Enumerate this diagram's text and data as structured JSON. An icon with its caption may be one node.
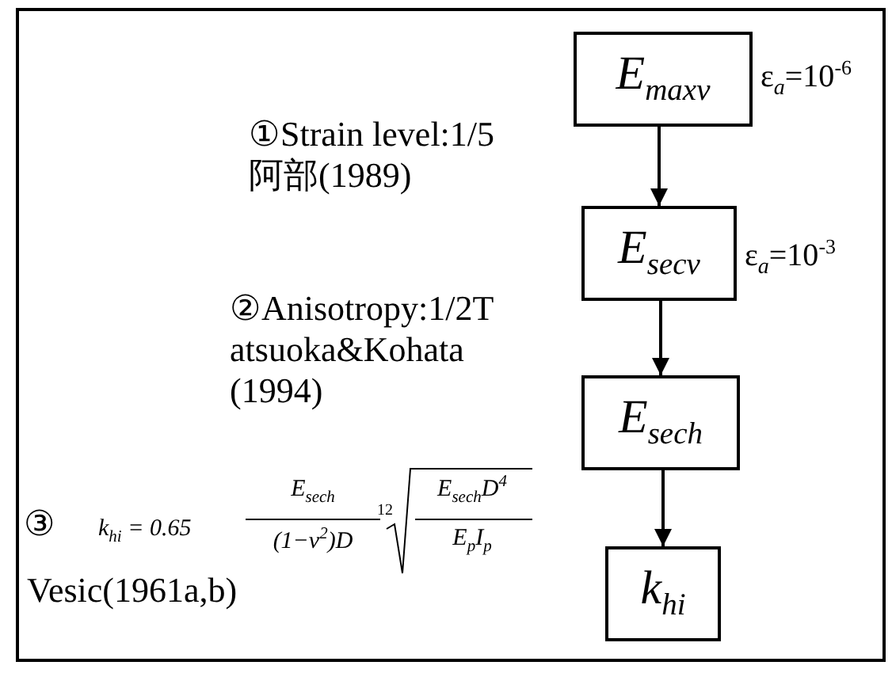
{
  "diagram": {
    "nodes": [
      {
        "text": [
          "E$_{maxv}$"
        ],
        "beside": [
          "ε$_{a}$=10$^{-6}$"
        ]
      },
      {
        "text": [
          "E$_{secv}$"
        ],
        "beside": [
          "ε$_{a}$=10$^{-3}$"
        ]
      },
      {
        "text": [
          "E$_{sech}$"
        ]
      },
      {
        "text": [
          "k$_{hi}$"
        ]
      }
    ],
    "edges": [
      {
        "from": 0,
        "to": 1,
        "arrow": "to"
      },
      {
        "from": 1,
        "to": 2,
        "arrow": "to"
      },
      {
        "from": 2,
        "to": 3,
        "arrow": "to"
      }
    ],
    "labels": [
      "①Strain level:1/5 阿部(1989)",
      "②Anisotropy:1/2T atsuoka&Kohata (1994)",
      "③",
      "k$_{hi}$ = 0.65",
      "E$_{sech}$",
      "(1−ν$^{2}$)D",
      "12",
      "E$_{sech}$D$^{4}$",
      "E$_{p}$I$_{p}$",
      "Vesic(1961a,b)"
    ]
  }
}
